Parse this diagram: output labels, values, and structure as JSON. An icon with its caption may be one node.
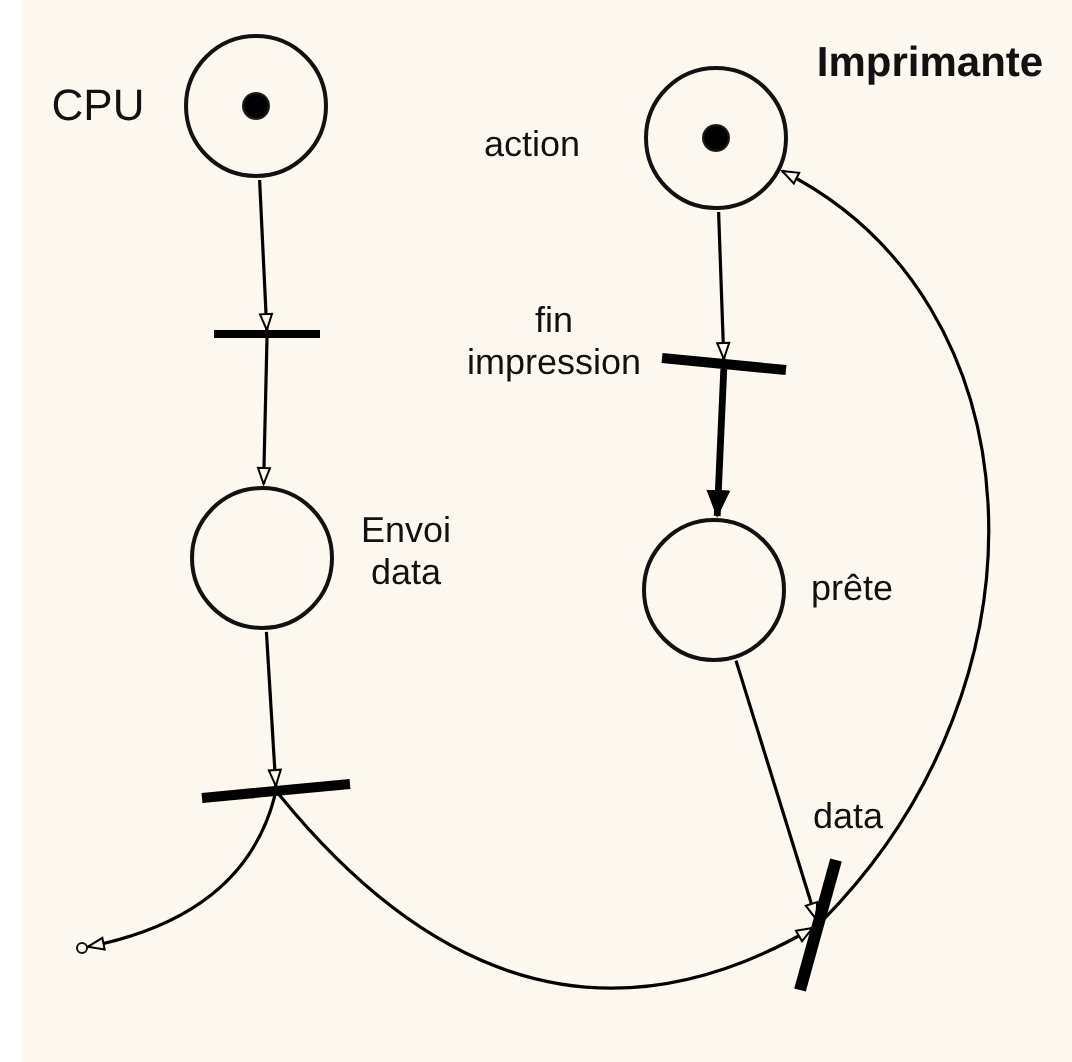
{
  "diagram": {
    "nodes": [
      {
        "text": [
          "CPU"
        ]
      },
      {
        "text": [],
        "shape": "bar"
      },
      {
        "text": [
          "Envoi data"
        ]
      },
      {
        "text": [],
        "shape": "bar"
      },
      {
        "text": [
          "Imprimante",
          "action"
        ]
      },
      {
        "text": [
          "fin impression"
        ]
      },
      {
        "text": [
          "prête"
        ]
      },
      {
        "text": [
          "data"
        ]
      },
      {
        "text": [],
        "shape": "circle"
      }
    ],
    "edges": [
      {
        "from": 0,
        "to": 1,
        "arrow": "to"
      },
      {
        "from": 1,
        "to": 2,
        "arrow": "to"
      },
      {
        "from": 2,
        "to": 3,
        "arrow": "to"
      },
      {
        "from": 3,
        "to": 8,
        "arrow": "to"
      },
      {
        "from": 3,
        "to": 7,
        "arrow": "to"
      },
      {
        "from": 4,
        "to": 5,
        "arrow": "to"
      },
      {
        "from": 5,
        "to": 6,
        "arrow": "to",
        "style": "thick"
      },
      {
        "from": 6,
        "to": 7,
        "arrow": "to"
      },
      {
        "from": 7,
        "to": 4,
        "arrow": "to"
      }
    ]
  }
}
